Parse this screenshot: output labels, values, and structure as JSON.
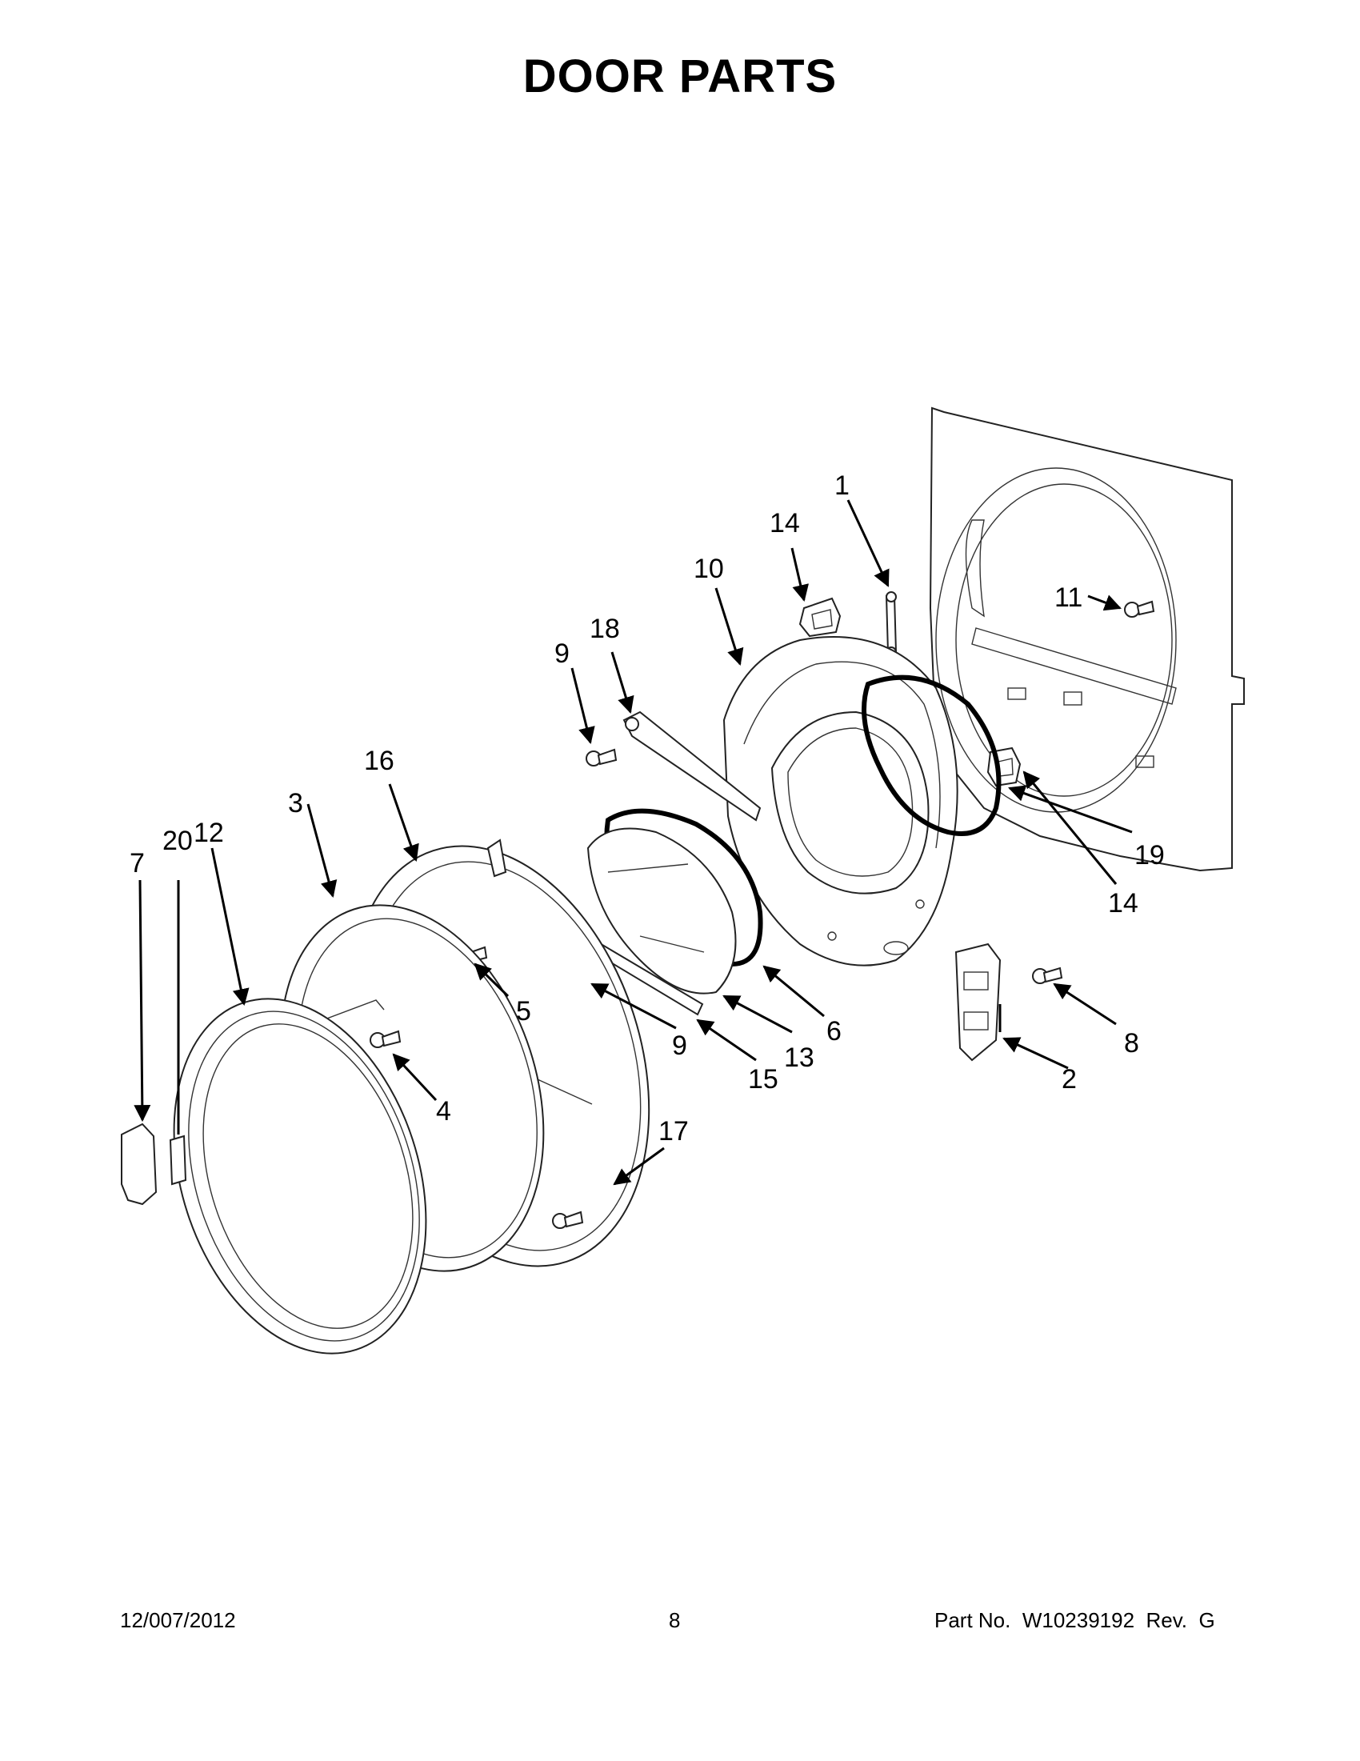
{
  "title": "DOOR PARTS",
  "callouts": {
    "c1": "1",
    "c2": "2",
    "c3": "3",
    "c4": "4",
    "c5": "5",
    "c6": "6",
    "c7": "7",
    "c8": "8",
    "c9a": "9",
    "c9b": "9",
    "c10": "10",
    "c11": "11",
    "c12": "12",
    "c13": "13",
    "c14a": "14",
    "c14b": "14",
    "c15": "15",
    "c16": "16",
    "c17": "17",
    "c18": "18",
    "c19": "19",
    "c20": "20"
  },
  "footer": {
    "date": "12/007/2012",
    "page": "8",
    "part_number": "Part No.  W10239192  Rev.  G"
  }
}
